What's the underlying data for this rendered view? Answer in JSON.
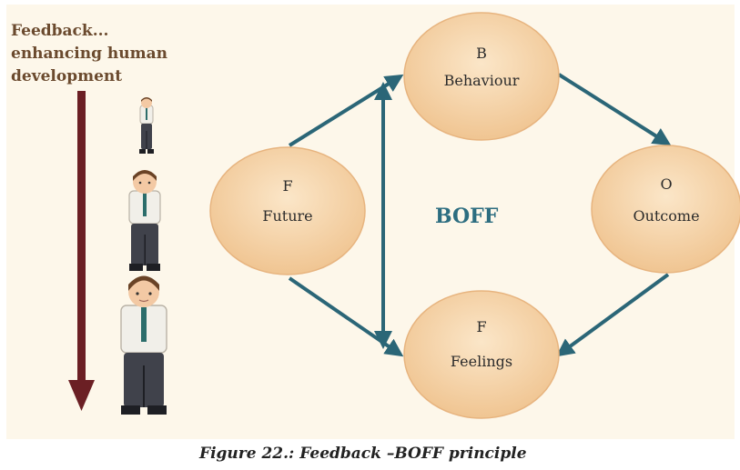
{
  "side": {
    "title_lines": [
      "Feedback...",
      "enhancing human",
      "development"
    ]
  },
  "center_label": "BOFF",
  "nodes": {
    "behaviour": {
      "letter": "B",
      "label": "Behaviour"
    },
    "future": {
      "letter": "F",
      "label": "Future"
    },
    "outcome": {
      "letter": "O",
      "label": "Outcome"
    },
    "feelings": {
      "letter": "F",
      "label": "Feelings"
    }
  },
  "caption": "Figure 22.: Feedback –BOFF principle",
  "colors": {
    "arrow": "#2b6677",
    "node_fill": "#f6d2a6",
    "side_arrow": "#6b1f24",
    "title": "#6b4a2e"
  }
}
